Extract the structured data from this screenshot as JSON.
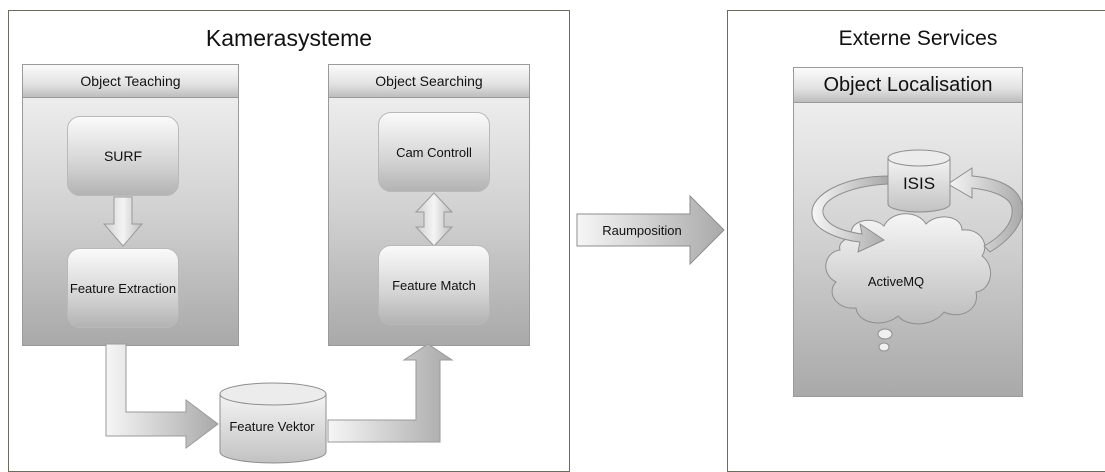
{
  "panels": {
    "kamerasysteme": {
      "title": "Kamerasysteme",
      "object_teaching": {
        "header": "Object Teaching",
        "surf": "SURF",
        "feature_extraction": "Feature Extraction"
      },
      "object_searching": {
        "header": "Object Searching",
        "cam_controll": "Cam Controll",
        "feature_match": "Feature Match"
      },
      "feature_vektor": "Feature Vektor"
    },
    "externe_services": {
      "title": "Externe Services",
      "object_localisation": {
        "header": "Object Localisation",
        "isis": "ISIS",
        "activemq": "ActiveMQ"
      }
    }
  },
  "connector": {
    "label": "Raumposition"
  }
}
